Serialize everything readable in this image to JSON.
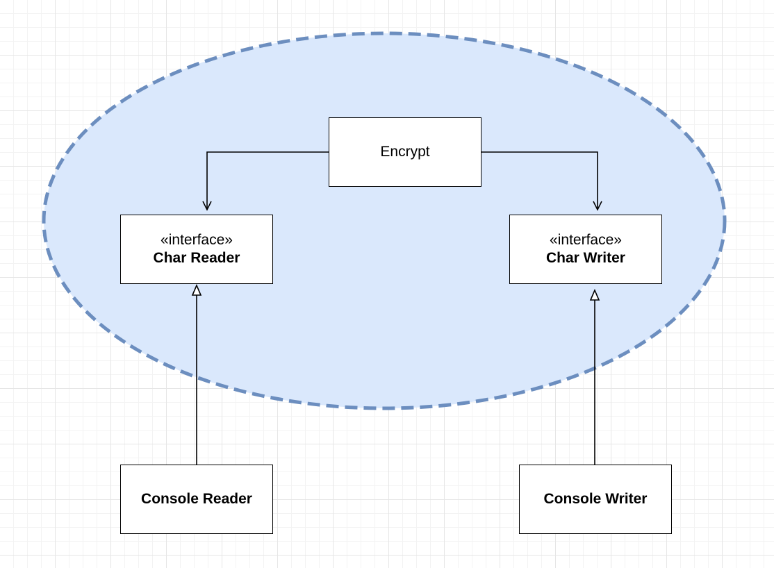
{
  "diagram": {
    "boundary": {
      "fill": "#dae8fc",
      "stroke": "#6c8ebf"
    },
    "nodes": {
      "encrypt": {
        "label": "Encrypt"
      },
      "char_reader": {
        "stereotype": "«interface»",
        "label": "Char Reader"
      },
      "char_writer": {
        "stereotype": "«interface»",
        "label": "Char Writer"
      },
      "console_reader": {
        "label": "Console Reader"
      },
      "console_writer": {
        "label": "Console Writer"
      }
    },
    "edges": [
      {
        "from": "Encrypt",
        "to": "Char Reader",
        "type": "dependency"
      },
      {
        "from": "Encrypt",
        "to": "Char Writer",
        "type": "dependency"
      },
      {
        "from": "Console Reader",
        "to": "Char Reader",
        "type": "realization"
      },
      {
        "from": "Console Writer",
        "to": "Char Writer",
        "type": "realization"
      }
    ]
  }
}
